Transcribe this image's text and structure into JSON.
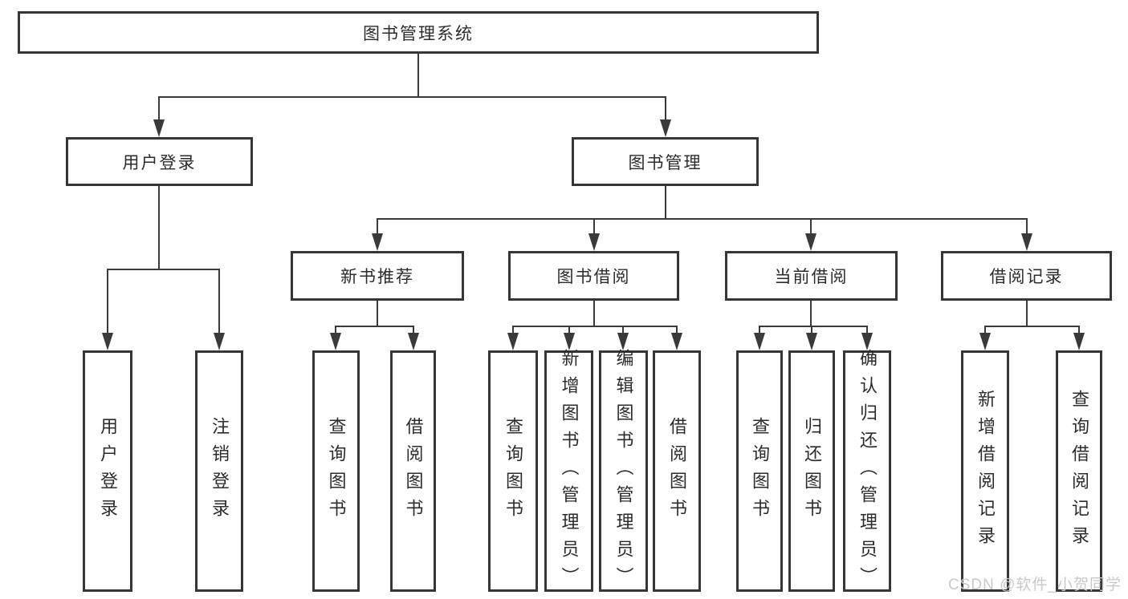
{
  "diagram": {
    "title": "图书管理系统",
    "colors": {
      "border": "#363636",
      "line": "#3a3a3a",
      "text": "#2c2c2c",
      "background": "#ffffff",
      "watermark": "#c9c9c9"
    },
    "nodes": [
      {
        "id": "root",
        "label": "图书管理系统",
        "level": 1,
        "parent": null
      },
      {
        "id": "user-login",
        "label": "用户登录",
        "level": 2,
        "parent": "root"
      },
      {
        "id": "book-mgmt",
        "label": "图书管理",
        "level": 2,
        "parent": "root"
      },
      {
        "id": "new-book-rec",
        "label": "新书推荐",
        "level": 3,
        "parent": "book-mgmt"
      },
      {
        "id": "book-borrow",
        "label": "图书借阅",
        "level": 3,
        "parent": "book-mgmt"
      },
      {
        "id": "current-borrow",
        "label": "当前借阅",
        "level": 3,
        "parent": "book-mgmt"
      },
      {
        "id": "borrow-records",
        "label": "借阅记录",
        "level": 3,
        "parent": "book-mgmt"
      },
      {
        "id": "leaf-user-login",
        "label": "用户登录",
        "level": 4,
        "parent": "user-login"
      },
      {
        "id": "leaf-logout",
        "label": "注销登录",
        "level": 4,
        "parent": "user-login"
      },
      {
        "id": "leaf-rec-query",
        "label": "查询图书",
        "level": 4,
        "parent": "new-book-rec"
      },
      {
        "id": "leaf-rec-borrow",
        "label": "借阅图书",
        "level": 4,
        "parent": "new-book-rec"
      },
      {
        "id": "leaf-bb-query",
        "label": "查询图书",
        "level": 4,
        "parent": "book-borrow"
      },
      {
        "id": "leaf-bb-add",
        "label": "新增图书（管理员）",
        "level": 4,
        "parent": "book-borrow"
      },
      {
        "id": "leaf-bb-edit",
        "label": "编辑图书（管理员）",
        "level": 4,
        "parent": "book-borrow"
      },
      {
        "id": "leaf-bb-borrow",
        "label": "借阅图书",
        "level": 4,
        "parent": "book-borrow"
      },
      {
        "id": "leaf-cb-query",
        "label": "查询图书",
        "level": 4,
        "parent": "current-borrow"
      },
      {
        "id": "leaf-cb-return",
        "label": "归还图书",
        "level": 4,
        "parent": "current-borrow"
      },
      {
        "id": "leaf-cb-confirm",
        "label": "确认归还（管理员）",
        "level": 4,
        "parent": "current-borrow"
      },
      {
        "id": "leaf-br-add",
        "label": "新增借阅记录",
        "level": 4,
        "parent": "borrow-records"
      },
      {
        "id": "leaf-br-query",
        "label": "查询借阅记录",
        "level": 4,
        "parent": "borrow-records"
      }
    ]
  },
  "watermark": {
    "text": "CSDN @软件_小贺同学"
  }
}
